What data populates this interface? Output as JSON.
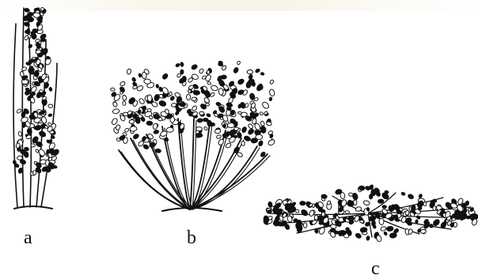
{
  "figure": {
    "labels": {
      "a": "a",
      "b": "b",
      "c": "c"
    },
    "plants": [
      {
        "id": "a",
        "habit": "upright-columnar"
      },
      {
        "id": "b",
        "habit": "bushy-spreading"
      },
      {
        "id": "c",
        "habit": "prostrate-creeping"
      }
    ],
    "colors": {
      "ink": "#111111",
      "background": "#ffffff"
    }
  }
}
